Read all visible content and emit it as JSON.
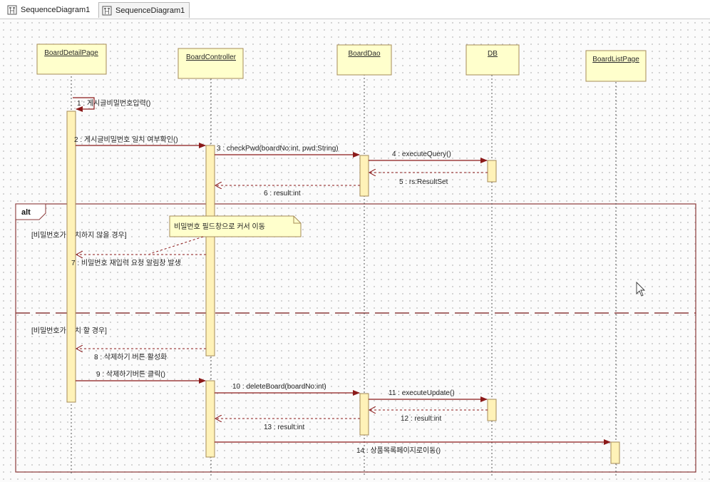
{
  "tabs": [
    {
      "label": "SequenceDiagram1",
      "active": false
    },
    {
      "label": "SequenceDiagram1",
      "active": true
    }
  ],
  "colors": {
    "lifeline_fill": "#ffffcc",
    "lifeline_border": "#a58b57",
    "activation_fill": "#fff2b8",
    "message_line": "#8b1a1a",
    "frame_border": "#8b3a3a",
    "note_fill": "#ffffcc"
  },
  "lifelines": [
    {
      "name": "BoardDetailPage"
    },
    {
      "name": "BoardController"
    },
    {
      "name": "BoardDao"
    },
    {
      "name": "DB"
    },
    {
      "name": "BoardListPage"
    }
  ],
  "messages": [
    {
      "label": "1 : 게시글비밀번호입력()",
      "kind": "self"
    },
    {
      "label": "2 : 게시글비밀번호 일치 여부확인()",
      "kind": "call"
    },
    {
      "label": "3 : checkPwd(boardNo:int, pwd:String)",
      "kind": "call"
    },
    {
      "label": "4 : executeQuery()",
      "kind": "call"
    },
    {
      "label": "5 : rs:ResultSet",
      "kind": "return"
    },
    {
      "label": "6 : result:int",
      "kind": "return"
    },
    {
      "label": "7 : 비밀번호 재입력 요청 알림창 발생",
      "kind": "return"
    },
    {
      "label": "8 : 삭제하기 버튼 활성화",
      "kind": "return"
    },
    {
      "label": "9 : 삭제하기버튼 클릭()",
      "kind": "call"
    },
    {
      "label": "10 : deleteBoard(boardNo:int)",
      "kind": "call"
    },
    {
      "label": "11 : executeUpdate()",
      "kind": "call"
    },
    {
      "label": "12 : result:int",
      "kind": "return"
    },
    {
      "label": "13 : result:int",
      "kind": "return"
    },
    {
      "label": "14 : 상품목록페이지로이동()",
      "kind": "call"
    }
  ],
  "alt_frame": {
    "label": "alt",
    "conditions": [
      "[비밀번호가 일치하지 않을 경우]",
      "[비밀번호가 일치 할 경우]"
    ]
  },
  "note": {
    "text": "비밀번호 필드창으로 커서 이동"
  }
}
